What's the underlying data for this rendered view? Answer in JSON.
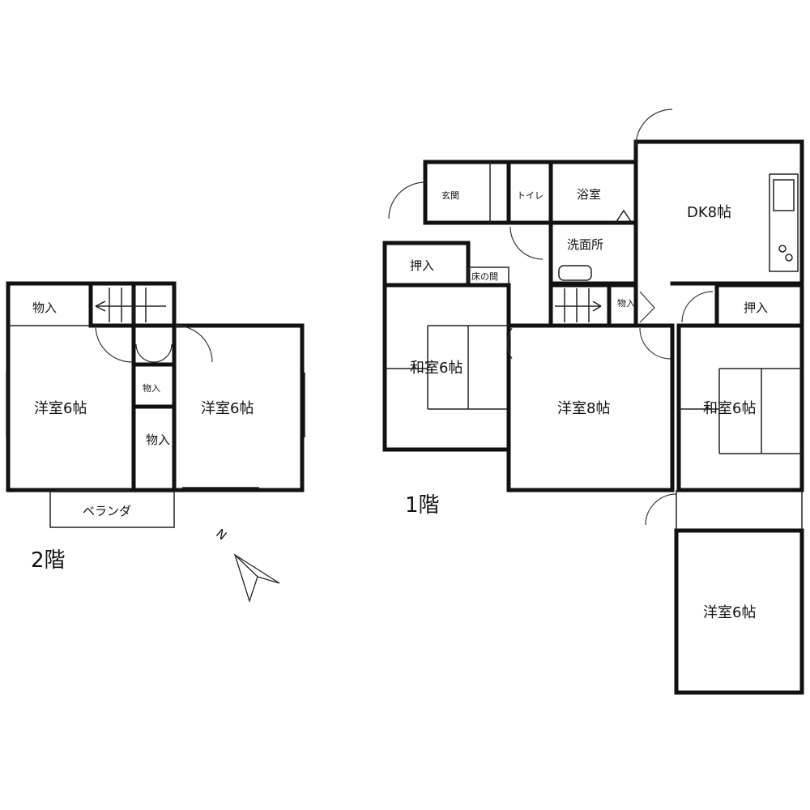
{
  "floor2": {
    "label": "2階",
    "rooms": {
      "west": "洋室6帖",
      "east": "洋室6帖",
      "closet_top": "物入",
      "closet_mid": "物入",
      "closet_low": "物入",
      "veranda": "ベランダ"
    }
  },
  "floor1": {
    "label": "1階",
    "rooms": {
      "entrance": "玄関",
      "toilet": "トイレ",
      "bath": "浴室",
      "dk": "DK8帖",
      "washroom": "洗面所",
      "oshiire_west": "押入",
      "tokonoma": "床の間",
      "washitsu_west": "和室6帖",
      "youshitsu_8": "洋室8帖",
      "closet": "物入",
      "oshiire_east": "押入",
      "washitsu_east": "和室6帖",
      "youshitsu_6": "洋室6帖"
    }
  },
  "compass": {
    "label": "N"
  }
}
